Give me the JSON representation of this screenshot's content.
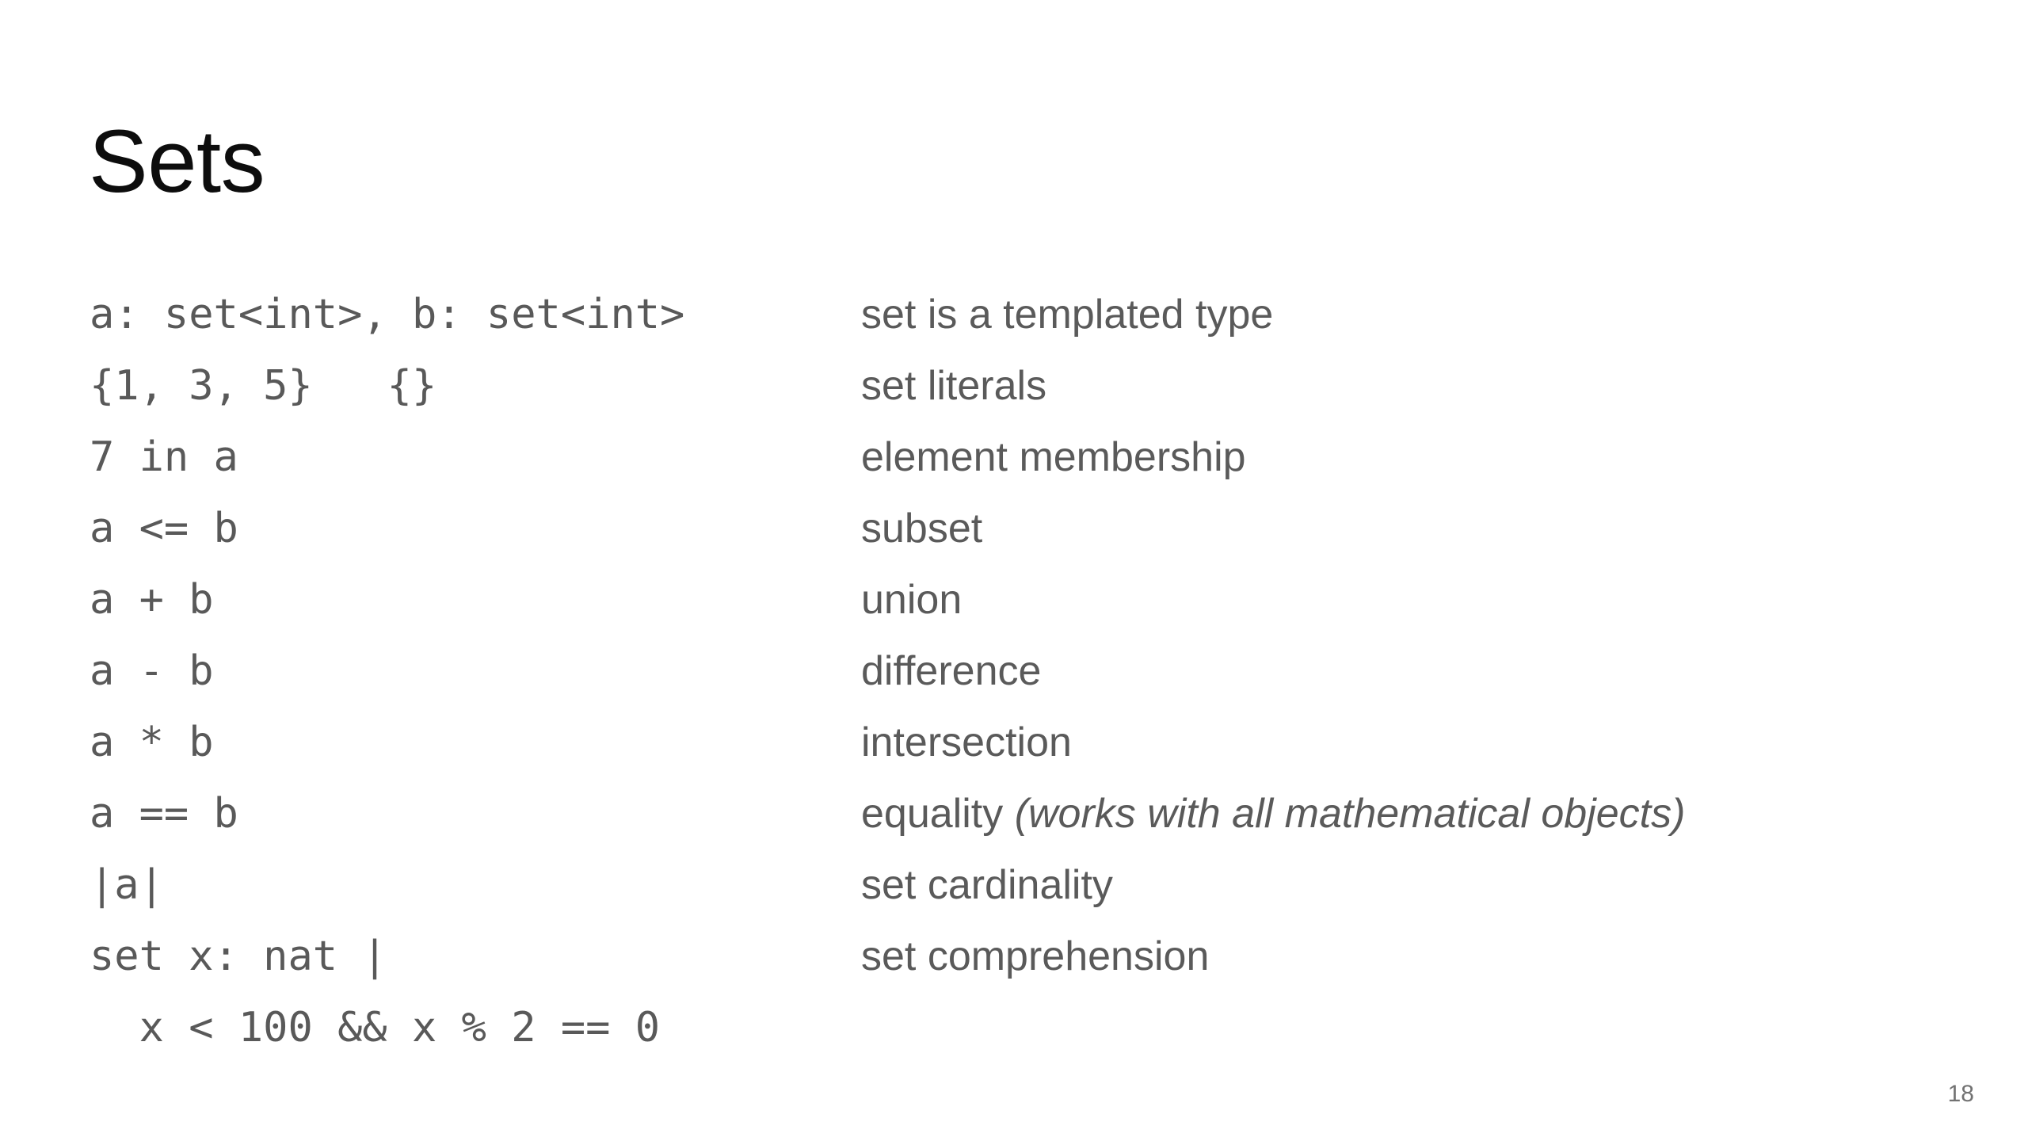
{
  "slide": {
    "title": "Sets",
    "page_number": "18",
    "colors": {
      "background": "#ffffff",
      "title": "#0d0d0d",
      "code": "#595959",
      "description": "#5a5a5a",
      "page_number": "#727272"
    }
  },
  "rows": [
    {
      "code": "a: set<int>, b: set<int>",
      "desc": "set is a templated type",
      "desc_italic": ""
    },
    {
      "code": "{1, 3, 5}   {}",
      "desc": "set literals",
      "desc_italic": ""
    },
    {
      "code": "7 in a",
      "desc": "element membership",
      "desc_italic": ""
    },
    {
      "code": "a <= b",
      "desc": "subset",
      "desc_italic": ""
    },
    {
      "code": "a + b",
      "desc": "union",
      "desc_italic": ""
    },
    {
      "code": "a - b",
      "desc": "difference",
      "desc_italic": ""
    },
    {
      "code": "a * b",
      "desc": "intersection",
      "desc_italic": ""
    },
    {
      "code": "a == b",
      "desc": "equality ",
      "desc_italic": "(works with all mathematical objects)"
    },
    {
      "code": "|a|",
      "desc": "set cardinality",
      "desc_italic": ""
    },
    {
      "code": "set x: nat |",
      "desc": "set comprehension",
      "desc_italic": ""
    },
    {
      "code": "  x < 100 && x % 2 == 0",
      "desc": "",
      "desc_italic": ""
    }
  ]
}
